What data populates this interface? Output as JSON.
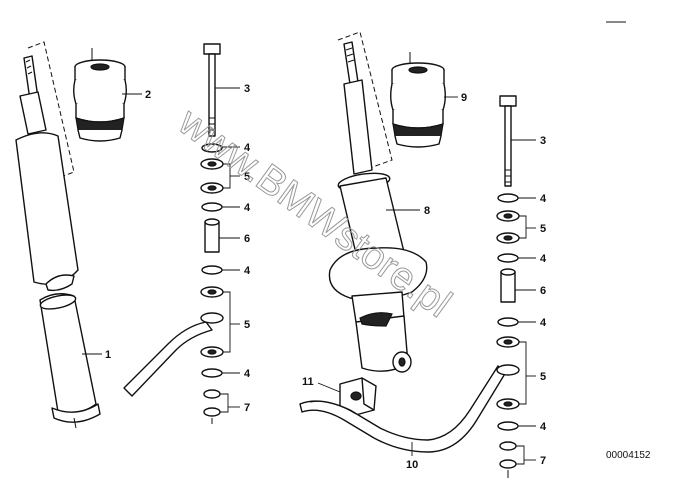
{
  "callouts": {
    "left": {
      "c1": "1",
      "c2": "2",
      "c3": "3",
      "c4a": "4",
      "c5a": "5",
      "c4b": "4",
      "c6": "6",
      "c4c": "4",
      "c5b": "5",
      "c4d": "4",
      "c7": "7"
    },
    "right": {
      "c9": "9",
      "c3": "3",
      "c8": "8",
      "c4a": "4",
      "c5a": "5",
      "c4b": "4",
      "c6": "6",
      "c4c": "4",
      "c11": "11",
      "c5b": "5",
      "c4d": "4",
      "c7": "7",
      "c10": "10"
    }
  },
  "document_number": "00004152",
  "watermark": "www.BMWstore.pl",
  "colors": {
    "ink": "#111111",
    "background": "#ffffff",
    "watermark": "#9a9a9a"
  }
}
